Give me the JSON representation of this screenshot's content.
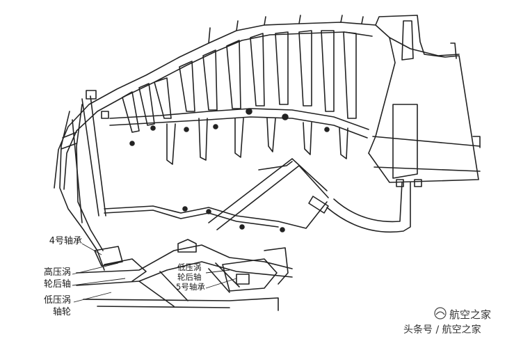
{
  "labels": {
    "bearing4": "4号轴承",
    "hp_turbine_shaft_1": "高压涡",
    "hp_turbine_shaft_2": "轮后轴",
    "lp_turbine_disk_1": "低压涡",
    "lp_turbine_disk_2": "轴轮",
    "lp_turbine_shaft_1": "低压涡",
    "lp_turbine_shaft_2": "轮后轴",
    "bearing5": "5号轴承"
  },
  "watermark": {
    "line1": "航空之家",
    "line2": "头条号 / 航空之家"
  },
  "colors": {
    "line": "#222222",
    "fill_light": "#e8e8e8",
    "background": "#ffffff"
  }
}
